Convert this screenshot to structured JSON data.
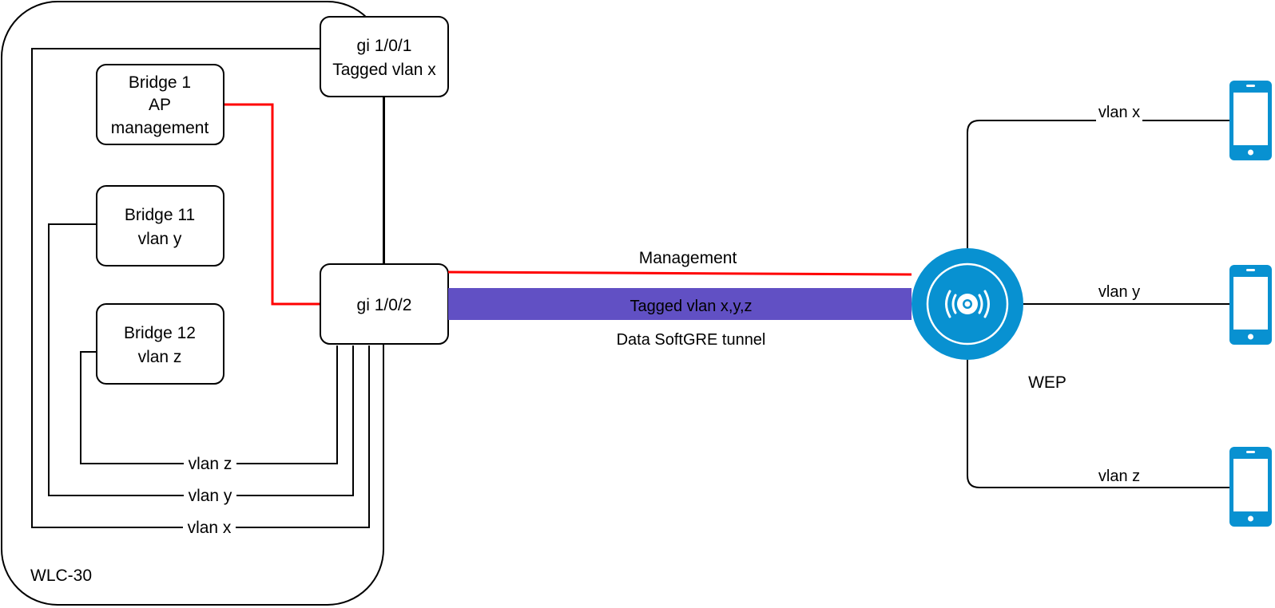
{
  "diagram": {
    "container": {
      "label": "WLC-30"
    },
    "ports": [
      {
        "id": "gi101",
        "lines": [
          "gi 1/0/1",
          "Tagged vlan x"
        ]
      },
      {
        "id": "gi102",
        "lines": [
          "gi 1/0/2"
        ]
      }
    ],
    "bridges": [
      {
        "id": "bridge1",
        "lines": [
          "Bridge 1",
          "AP",
          "management"
        ]
      },
      {
        "id": "bridge11",
        "lines": [
          "Bridge 11",
          "vlan y"
        ]
      },
      {
        "id": "bridge12",
        "lines": [
          "Bridge 12",
          "vlan z"
        ]
      }
    ],
    "internal_links": [
      {
        "label": "vlan z"
      },
      {
        "label": "vlan y"
      },
      {
        "label": "vlan x"
      }
    ],
    "tunnel": {
      "management_label": "Management",
      "data_label": "Tagged vlan x,y,z",
      "subtitle": "Data SoftGRE tunnel"
    },
    "access_point": {
      "label": "WEP",
      "icon": "wireless-access-point-icon"
    },
    "clients": [
      {
        "label": "vlan x",
        "icon": "smartphone-icon"
      },
      {
        "label": "vlan y",
        "icon": "smartphone-icon"
      },
      {
        "label": "vlan z",
        "icon": "smartphone-icon"
      }
    ],
    "colors": {
      "management": "#ff0000",
      "tunnel": "#6150c4",
      "device": "#0891d1"
    }
  }
}
